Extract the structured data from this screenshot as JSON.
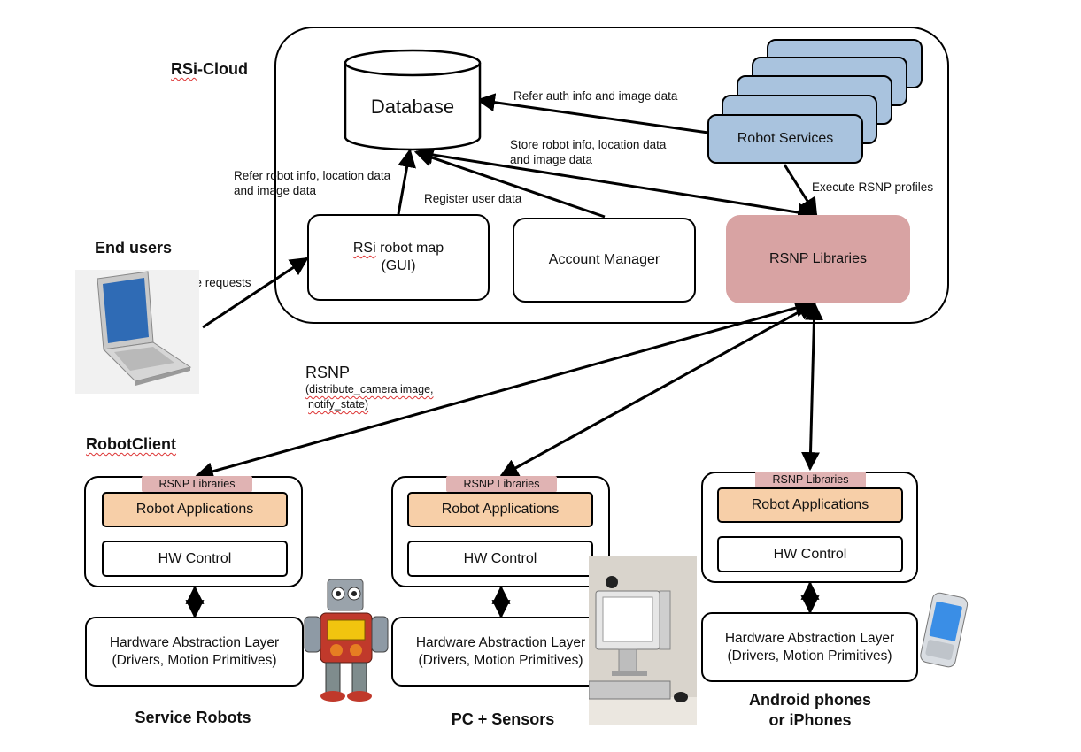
{
  "cloud": {
    "title_prefix": "RSi",
    "title_suffix": "-Cloud",
    "database": "Database",
    "robot_services": "Robot Services",
    "robot_map_prefix": "RSi",
    "robot_map_rest": " robot map",
    "robot_map_line2": "(GUI)",
    "account_manager": "Account Manager",
    "rsnp_libraries": "RSNP Libraries"
  },
  "edges": {
    "refer_auth": "Refer auth info and image data",
    "store_robot_line1": "Store robot info, location data",
    "store_robot_line2": "and image data",
    "refer_robot_line1": "Refer robot info, location data",
    "refer_robot_line2": "and image data",
    "register_user": "Register user data",
    "execute_rsnp": "Execute RSNP profiles",
    "service_requests": "Service requests",
    "rsnp_title": "RSNP",
    "rsnp_line2": "(distribute_camera image,",
    "rsnp_line3": "notify_state)"
  },
  "end_users": "End users",
  "robot_client": "RobotClient",
  "clients": [
    {
      "rsnp_tag": "RSNP Libraries",
      "apps": "Robot Applications",
      "hw": "HW Control",
      "hal_line1": "Hardware Abstraction Layer",
      "hal_line2": "(Drivers, Motion Primitives)",
      "caption_line1": "Service Robots",
      "caption_line2": ""
    },
    {
      "rsnp_tag": "RSNP Libraries",
      "apps": "Robot Applications",
      "hw": "HW Control",
      "hal_line1": "Hardware Abstraction Layer",
      "hal_line2": "(Drivers, Motion Primitives)",
      "caption_line1": "PC + Sensors",
      "caption_line2": ""
    },
    {
      "rsnp_tag": "RSNP Libraries",
      "apps": "Robot Applications",
      "hw": "HW Control",
      "hal_line1": "Hardware Abstraction Layer",
      "hal_line2": "(Drivers, Motion Primitives)",
      "caption_line1": "Android phones",
      "caption_line2": "or iPhones"
    }
  ],
  "colors": {
    "robot_services_fill": "#a9c3de",
    "cloud_rsnp_fill": "#d8a3a3",
    "client_rsnp_tag_fill": "#e0b3b3",
    "robot_apps_fill": "#f7cfa8"
  },
  "icons": [
    "laptop-icon",
    "robot-toy-icon",
    "pc-workstation-icon",
    "smartphone-icon"
  ]
}
